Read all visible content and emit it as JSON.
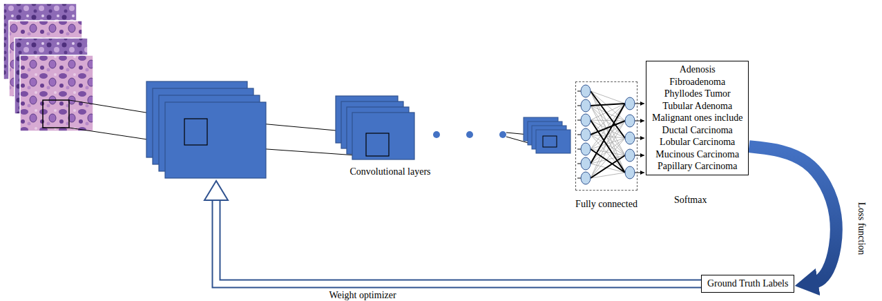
{
  "diagram": {
    "nodes": [
      {
        "text": [
          "Adenosis",
          "Fibroadenoma",
          "Phyllodes Tumor",
          "Tubular Adenoma",
          "Malignant ones include",
          "Ductal Carcinoma",
          "Lobular Carcinoma",
          "Mucinous Carcinoma",
          "Papillary Carcinoma",
          "Softmax"
        ]
      },
      {
        "text": [
          "Fully connected"
        ]
      },
      {
        "text": [
          "Ground Truth Labels"
        ]
      }
    ],
    "edges": [
      {
        "from": 0,
        "to": 2,
        "arrow": "to",
        "label": "Loss function"
      }
    ],
    "labels": [
      "Convolutional layers",
      "Weight optimizer"
    ]
  }
}
